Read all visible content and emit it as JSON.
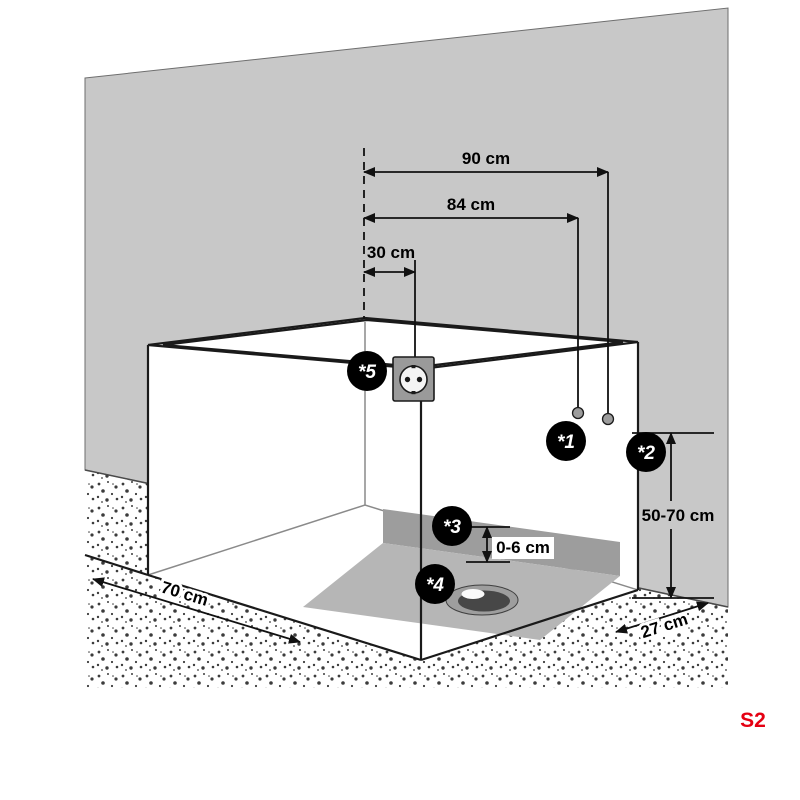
{
  "figure": {
    "code": "S2",
    "dimensions": {
      "width_total": "90 cm",
      "width_inner": "84 cm",
      "socket_offset": "30 cm",
      "connection_height": "50-70 cm",
      "tray_height": "0-6 cm",
      "depth_left": "70 cm",
      "offset_right": "27 cm"
    },
    "markers": [
      {
        "label": "*1"
      },
      {
        "label": "*2"
      },
      {
        "label": "*3"
      },
      {
        "label": "*4"
      },
      {
        "label": "*5"
      }
    ],
    "icons": {
      "power_socket": "power-socket-icon",
      "drain": "drain-icon",
      "connection_point": "connection-dot"
    },
    "colors": {
      "wall": "#c8c8c8",
      "tray_dark": "#9d9d9d",
      "tray_light": "#b6b6b6",
      "drain_ring": "#9e9e9e",
      "drain_dark": "#474747",
      "socket_body": "#9a9a9a",
      "marker_bg": "#000000",
      "marker_text": "#ffffff",
      "code_red": "#e50012",
      "line": "#111111"
    }
  }
}
